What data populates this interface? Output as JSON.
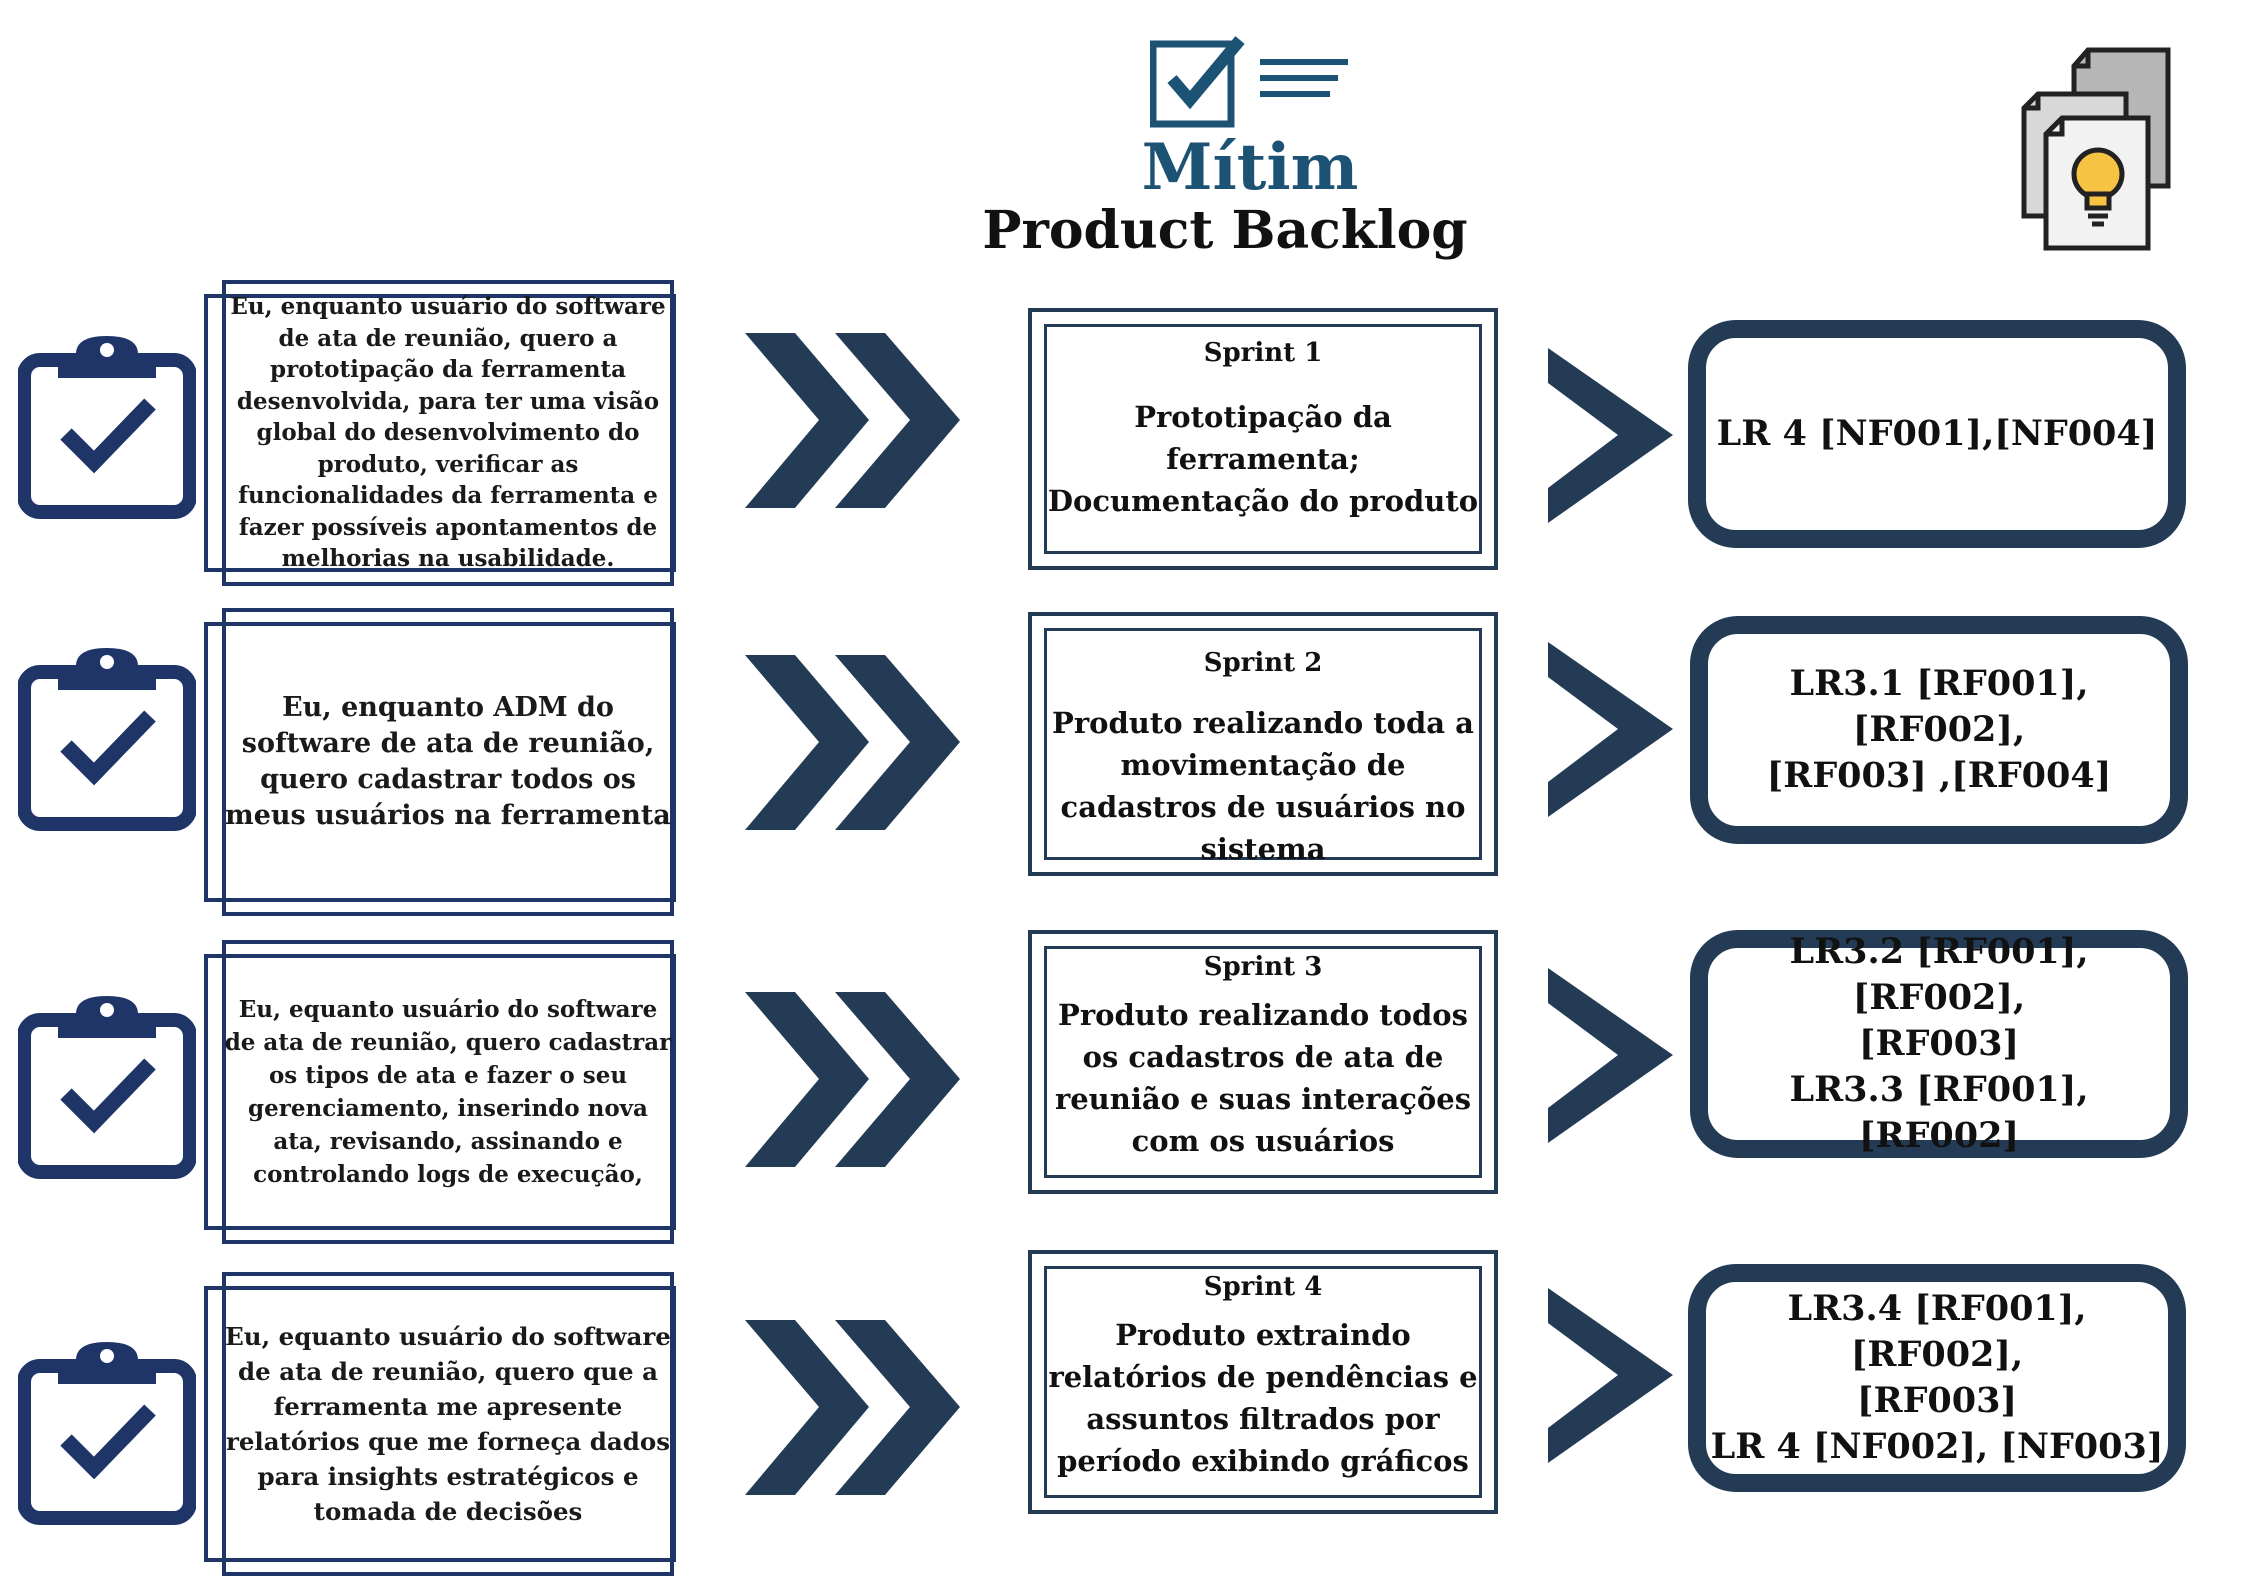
{
  "header": {
    "brand": "Mítim",
    "title": "Product Backlog",
    "logo_icon": "checklist-icon",
    "corner_icon": "documents-lightbulb-icon"
  },
  "colors": {
    "brand": "#1c5273",
    "dark_navy": "#233b54",
    "frame_blue": "#1f3467",
    "bulb_yellow": "#f6c343"
  },
  "rows": [
    {
      "story": "Eu, enquanto usuário do software de ata de reunião, quero a prototipação da ferramenta desenvolvida, para ter uma visão global do desenvolvimento do produto, verificar as funcionalidades da ferramenta e fazer possíveis apontamentos de melhorias na usabilidade.",
      "sprint_name": "Sprint 1",
      "sprint_desc": "Prototipação da ferramenta; Documentação do produto",
      "requirements": "LR 4 [NF001],[NF004]"
    },
    {
      "story": "Eu, enquanto ADM do software de ata de reunião, quero cadastrar todos os meus usuários na ferramenta",
      "sprint_name": "Sprint 2",
      "sprint_desc": "Produto realizando toda a movimentação de cadastros de usuários no sistema",
      "requirements": "LR3.1  [RF001], [RF002],\n[RF003] ,[RF004]"
    },
    {
      "story": "Eu, equanto usuário do software de ata de reunião, quero cadastrar os tipos de ata e fazer o seu gerenciamento, inserindo nova ata, revisando, assinando e controlando logs de execução,",
      "sprint_name": "Sprint 3",
      "sprint_desc": "Produto realizando todos os cadastros de ata de reunião e suas interações com os usuários",
      "requirements": "LR3.2 [RF001], [RF002],\n[RF003]\nLR3.3 [RF001], [RF002]"
    },
    {
      "story": "Eu, equanto usuário do software de ata de reunião, quero que a ferramenta me apresente relatórios que me  forneça dados para insights estratégicos e tomada de decisões",
      "sprint_name": "Sprint 4",
      "sprint_desc": "Produto extraindo relatórios de pendências e assuntos filtrados por período exibindo gráficos",
      "requirements": "LR3.4 [RF001], [RF002],\n[RF003]\nLR 4 [NF002], [NF003]"
    }
  ]
}
